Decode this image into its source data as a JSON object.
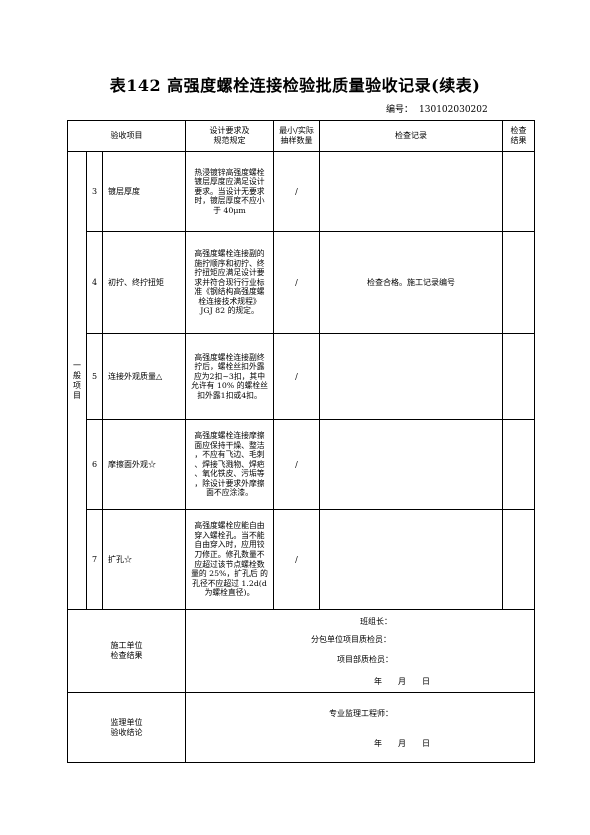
{
  "title": "表142 高强度螺栓连接检验批质量验收记录(续表)",
  "doc_number": {
    "label": "编号：",
    "value": "130102030202"
  },
  "header": {
    "col_item": "验收项目",
    "col_requirement": [
      "设计要求及",
      "规范规定"
    ],
    "col_sample": [
      "最小/实际",
      "抽样数量"
    ],
    "col_record": "检查记录",
    "col_result": [
      "检查",
      "结果"
    ]
  },
  "general_items_label": [
    "一",
    "般",
    "项",
    "目"
  ],
  "rows": [
    {
      "no": "3",
      "name": "镀层厚度",
      "requirement": [
        "热浸镀锌高强度螺栓",
        "镀层厚度应满足设计",
        "要求。当设计无要求",
        "时，镀层厚度不应小",
        "于 40μm"
      ],
      "sample": "/",
      "record": "",
      "result": ""
    },
    {
      "no": "4",
      "name": "初拧、终拧扭矩",
      "requirement": [
        "高强度螺栓连接副的",
        "施拧顺序和初拧、终",
        "拧扭矩应满足设计要",
        "求并符合现行行业标",
        "准《钢结构高强度螺",
        "栓连接技术规程》",
        "JGJ 82 的规定。"
      ],
      "sample": "/",
      "record": "检查合格。施工记录编号",
      "result": ""
    },
    {
      "no": "5",
      "name": "连接外观质量△",
      "requirement": [
        "高强度螺栓连接副终",
        "拧后，螺栓丝扣外露",
        "应为2扣~3扣，其中",
        "允许有 10% 的螺栓丝",
        "扣外露1扣或4扣。"
      ],
      "sample": "/",
      "record": "",
      "result": ""
    },
    {
      "no": "6",
      "name": "摩擦面外观☆",
      "requirement": [
        "高强度螺栓连接摩擦",
        "面应保持干燥、整洁",
        "，不应有飞边、毛刺",
        "、焊接飞溅物、焊疤",
        "、氧化铁皮、污垢等",
        "，除设计要求外摩擦",
        "面不应涂漆。"
      ],
      "sample": "/",
      "record": "",
      "result": ""
    },
    {
      "no": "7",
      "name": "扩孔☆",
      "requirement": [
        "高强度螺栓应能自由",
        "穿入螺栓孔。当不能",
        "自由穿入时，应用铰",
        "刀修正。修孔数量不",
        "应超过该节点螺栓数",
        "量的 25%，扩孔后 的",
        "孔径不应超过 1.2d(d",
        "为螺栓直径)。"
      ],
      "sample": "/",
      "record": "",
      "result": ""
    }
  ],
  "construction_unit": {
    "label": [
      "施工单位",
      "检查结果"
    ],
    "team_leader": "班组长：",
    "sub_inspector": "分包单位项目质检员：",
    "project_inspector": "项目部质检员：",
    "date": "年　　月　　日"
  },
  "supervision_unit": {
    "label": [
      "监理单位",
      "验收结论"
    ],
    "engineer": "专业监理工程师：",
    "date": "年　　月　　日"
  }
}
